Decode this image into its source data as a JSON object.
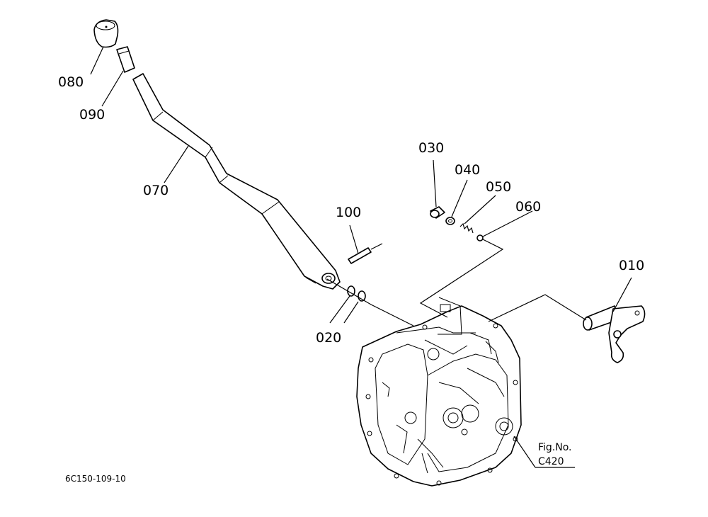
{
  "parts": {
    "p080": "080",
    "p090": "090",
    "p070": "070",
    "p100": "100",
    "p020": "020",
    "p030": "030",
    "p040": "040",
    "p050": "050",
    "p060": "060",
    "p010": "010"
  },
  "figure": {
    "ref_line1": "Fig.No.",
    "ref_line2": "C420"
  },
  "drawing_code": "6C150-109-10"
}
